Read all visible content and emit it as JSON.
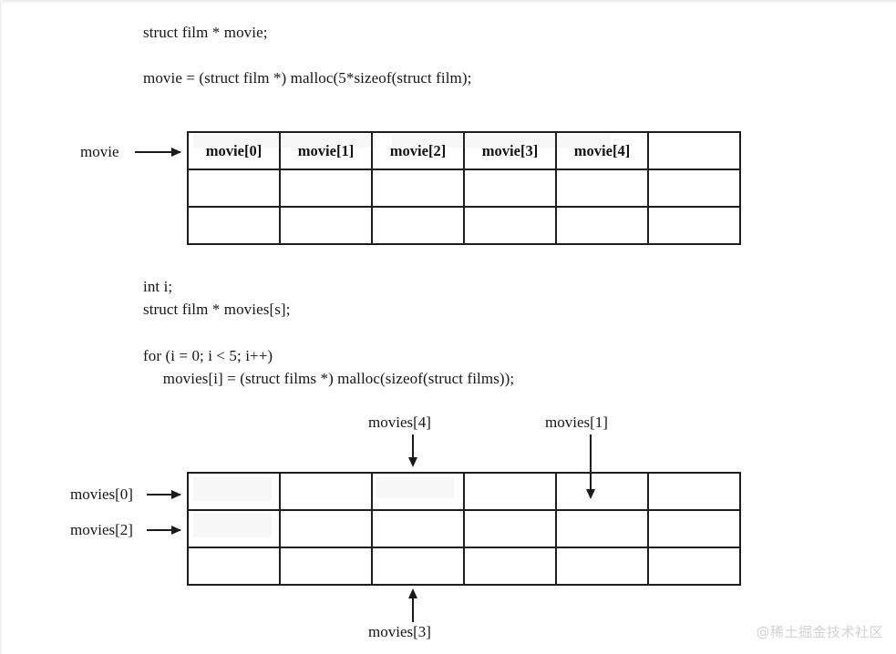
{
  "document": {
    "title": "Dynamic memory allocation for struct film — array vs. array of pointers",
    "watermark": "@稀土掘金技术社区",
    "ink_color": "#1a1a1a",
    "page_color": "#ffffff"
  },
  "code_block_top": {
    "lines": [
      "struct film * movie;",
      "movie = (struct film *) malloc(5*sizeof(struct film);"
    ]
  },
  "code_block_middle": {
    "lines": [
      "int i;",
      "struct film * movies[s];",
      "for (i = 0; i < 5; i++)",
      "     movies[i] = (struct films *) malloc(sizeof(struct films));"
    ]
  },
  "diagram_upper": {
    "pointer_label": "movie",
    "columns": 6,
    "rows": 3,
    "header_cells": [
      "movie[0]",
      "movie[1]",
      "movie[2]",
      "movie[3]",
      "movie[4]",
      ""
    ],
    "empty_row": [
      "",
      "",
      "",
      "",
      "",
      ""
    ]
  },
  "diagram_lower": {
    "columns": 6,
    "rows": 3,
    "empty_row": [
      "",
      "",
      "",
      "",
      "",
      ""
    ],
    "annotations": [
      {
        "label": "movies[0]",
        "direction": "right",
        "target": "row-1-left"
      },
      {
        "label": "movies[2]",
        "direction": "right",
        "target": "row-2-left"
      },
      {
        "label": "movies[4]",
        "direction": "down",
        "target": "column-3-top"
      },
      {
        "label": "movies[1]",
        "direction": "down",
        "target": "column-5-row-1"
      },
      {
        "label": "movies[3]",
        "direction": "up",
        "target": "column-3-bottom"
      }
    ]
  }
}
